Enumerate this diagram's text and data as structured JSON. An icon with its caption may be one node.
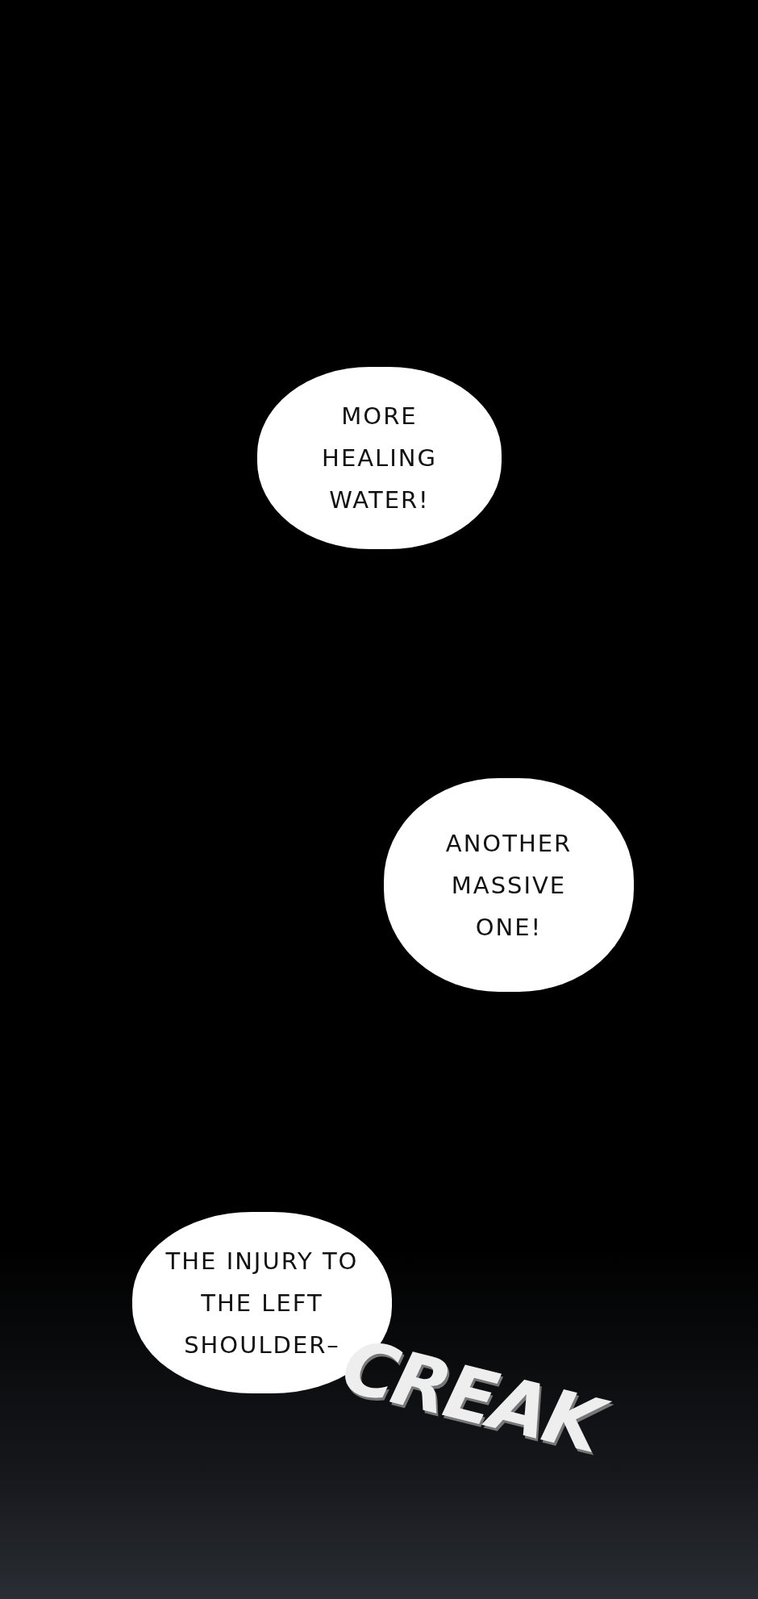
{
  "diagram": {
    "nodes": [
      {
        "text": [
          "MORE HEALING WATER!"
        ]
      },
      {
        "text": [
          "ANOTHER MASSIVE ONE!"
        ]
      },
      {
        "text": [
          "THE INJURY TO THE LEFT SHOULDER–"
        ]
      }
    ],
    "labels": [
      "CREAK"
    ]
  }
}
